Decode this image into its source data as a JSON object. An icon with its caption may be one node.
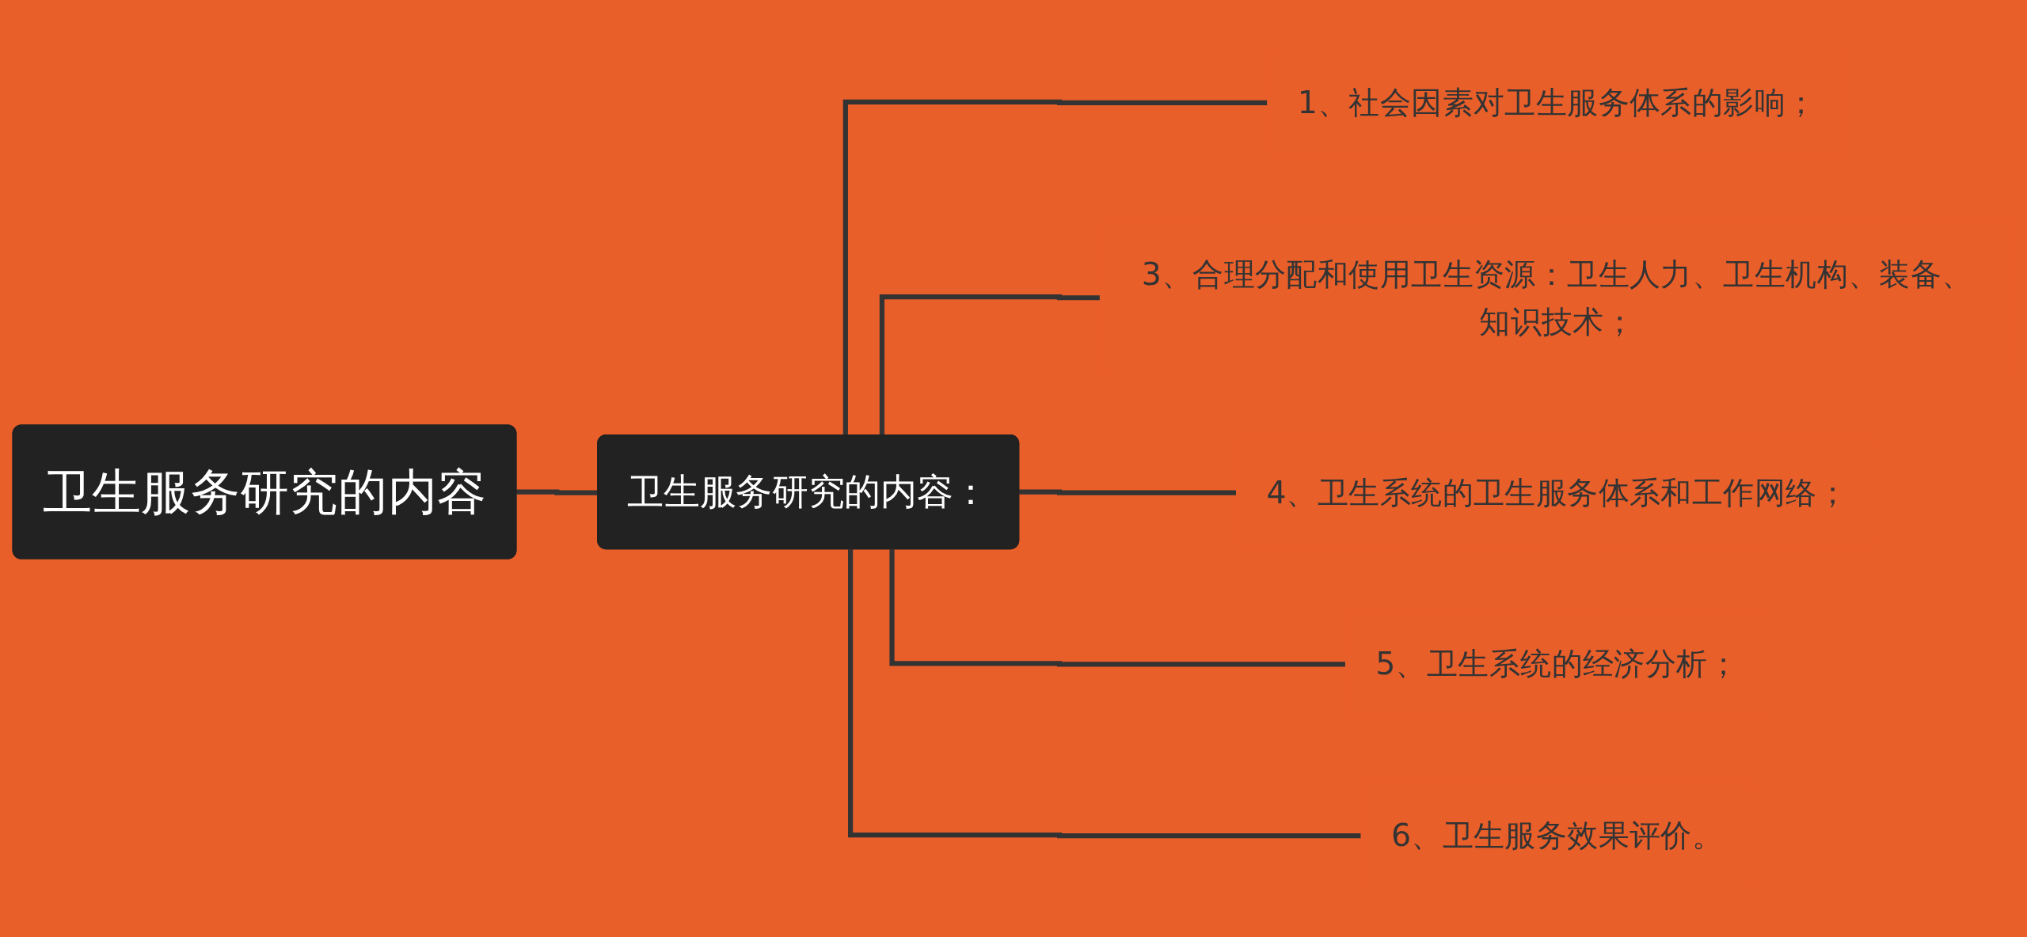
{
  "diagram": {
    "nodes": [
      {
        "text": [
          "卫生服务研究的内容"
        ]
      },
      {
        "text": [
          "卫生服务研究的内容："
        ]
      },
      {
        "text": [
          "1、社会因素对卫生服务体系的影响；"
        ]
      },
      {
        "text": [
          "3、合理分配和使用卫生资源：卫生人力、卫生机构、装备、知识技术；"
        ]
      },
      {
        "text": [
          "4、卫生系统的卫生服务体系和工作网络；"
        ]
      },
      {
        "text": [
          "5、卫生系统的经济分析；"
        ]
      },
      {
        "text": [
          "6、卫生服务效果评价。"
        ]
      }
    ],
    "edges": [
      {
        "from": 0,
        "to": 1,
        "arrow": "none"
      },
      {
        "from": 1,
        "to": 2,
        "arrow": "none"
      },
      {
        "from": 1,
        "to": 3,
        "arrow": "none"
      },
      {
        "from": 1,
        "to": 4,
        "arrow": "none"
      },
      {
        "from": 1,
        "to": 5,
        "arrow": "none"
      },
      {
        "from": 1,
        "to": 6,
        "arrow": "none"
      }
    ]
  }
}
